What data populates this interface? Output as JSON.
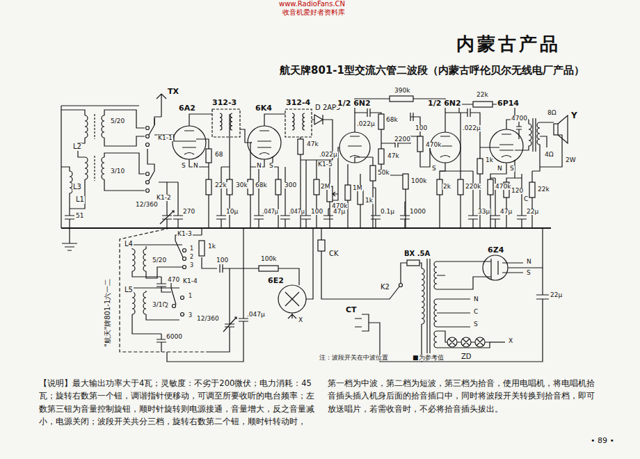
{
  "diagram": {
    "title": "航天牌801-1型交流六管二波段（内蒙古呼伦贝尔无线电厂产品）",
    "labels": [
      "www.RadioFans.CN",
      "收音机爱好者资料库",
      "内蒙古产品",
      "TX",
      "6A2",
      "312-3",
      "6K4",
      "312-4",
      "D 2AP9",
      "1/2 6N2",
      ".022μ",
      "390k",
      "68k",
      "2200",
      "100",
      "47k",
      "470k",
      "1/2 6N2",
      "22k",
      "6P14",
      ".022μ",
      "4700",
      "8Ω",
      "Y",
      "4Ω",
      "2W",
      "5/20",
      "L2",
      "3/10",
      "L3",
      "L1",
      "K1-1",
      "K1-2",
      "51",
      "12/360",
      "270",
      "S",
      "N",
      "68",
      "22k",
      "30k",
      "10μ",
      "68k",
      "N",
      "S",
      "300",
      "47k",
      ".047μ",
      ".047μ",
      "100",
      "2M",
      ".022μ",
      "K1-5",
      "470k",
      "1M",
      "1k",
      "50k",
      "100k",
      "47μ",
      "0.1μ",
      "1000",
      "S",
      "2k",
      "220k",
      "33μ",
      "1k",
      "N",
      "S",
      "470k",
      "120",
      "C",
      "22k",
      "47μ",
      "22μ",
      "L4",
      "5/20",
      "K1-3",
      "1",
      "2",
      "3",
      "470",
      "1k",
      "100",
      "L5",
      "3/10",
      "K1-4",
      "1",
      "2",
      "3",
      "6000",
      "12/360",
      ".047μ",
      "100k",
      "6E2",
      "X",
      "CK",
      "BX .5A",
      "6Z4",
      "N",
      "S",
      "K2",
      "CT",
      "N",
      "C",
      "S",
      "X",
      "ZD",
      "22μ",
      "\"航天\"牌801-1六一二",
      "注：波段开关在中波位置",
      "■为参考值",
      "【说明】最大输出功率大于4瓦；灵敏度：不劣于200微伏；电力消耗：45瓦；旋转右数第一个钮，调谐指针便移动，可调至所要收听的电台频率；左数第三钮为音量控制旋钮，顺时针旋转则电源接通，音量增大，反之音量减小，电源关闭；波段开关共分三档，旋转右数第二个钮，顺时针转动时，",
      "第一档为中波，第二档为短波，第三档为拾音，使用电唱机，将电唱机拾音插头插入机身后面的拾音插口中，同时将波段开关转换到拾音档，即可放送唱片，若需收音时，不必将拾音插头拔出。",
      "• 89 •"
    ]
  }
}
